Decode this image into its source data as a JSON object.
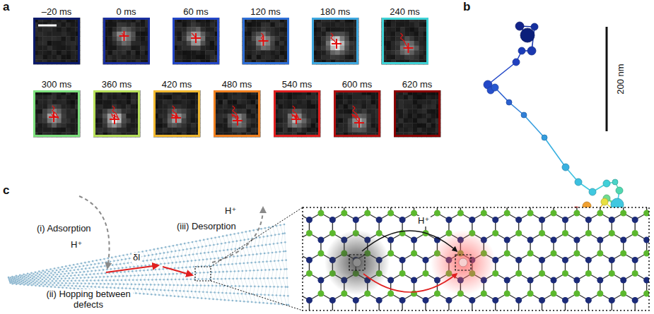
{
  "diagram": {
    "nodes": [
      {
        "text": [
          "–20 ms"
        ]
      },
      {
        "text": [
          "0 ms"
        ]
      },
      {
        "text": [
          "60 ms"
        ]
      },
      {
        "text": [
          "120 ms"
        ]
      },
      {
        "text": [
          "180 ms"
        ]
      },
      {
        "text": [
          "240 ms"
        ]
      },
      {
        "text": [
          "300 ms"
        ]
      },
      {
        "text": [
          "360 ms"
        ]
      },
      {
        "text": [
          "420 ms"
        ]
      },
      {
        "text": [
          "480 ms"
        ]
      },
      {
        "text": [
          "540 ms"
        ]
      },
      {
        "text": [
          "600 ms"
        ]
      },
      {
        "text": [
          "620 ms"
        ]
      }
    ],
    "labels": [
      "a",
      "b",
      "200 nm",
      "c",
      "(i) Adsorption",
      "H⁺",
      "(iii) Desorption",
      "H⁺",
      "δl",
      "(ii) Hopping between defects",
      "H⁺"
    ]
  }
}
